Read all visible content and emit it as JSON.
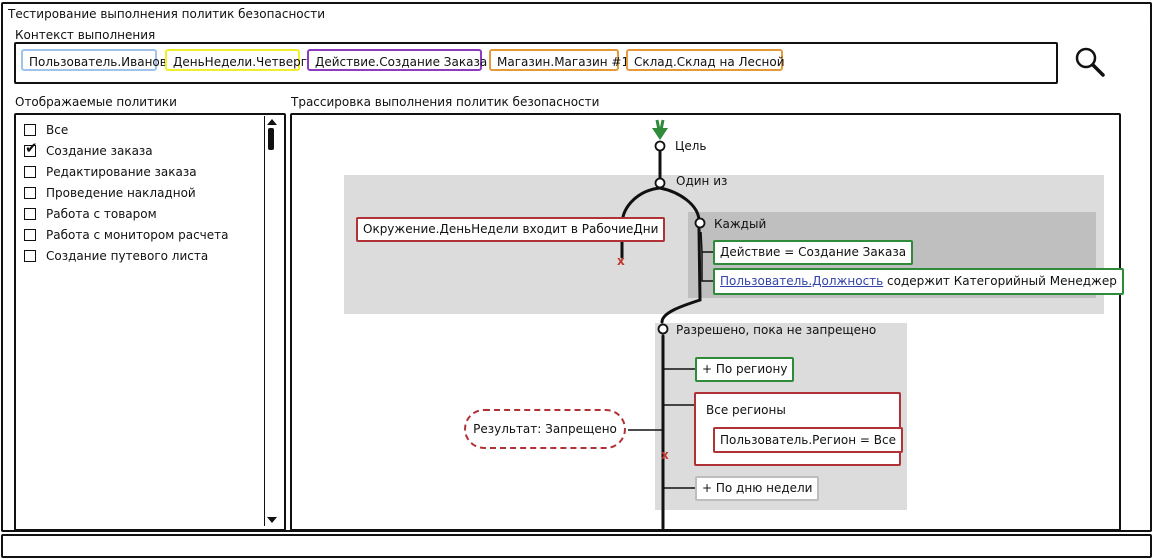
{
  "window": {
    "title": "Тестирование выполнения политик безопасности"
  },
  "context": {
    "label": "Контекст выполнения",
    "chips": [
      {
        "text": "Пользователь.Иванов",
        "color": "#9fc3ea"
      },
      {
        "text": "ДеньНедели.Четверг",
        "color": "#f2ef2a"
      },
      {
        "text": "Действие.Создание Заказа",
        "color": "#8e3bc4"
      },
      {
        "text": "Магазин.Магазин #1",
        "color": "#e49a3a"
      },
      {
        "text": "Склад.Склад на Лесной",
        "color": "#e49a3a"
      }
    ],
    "search_icon": "search-icon"
  },
  "policies": {
    "label": "Отображаемые политики",
    "items": [
      {
        "text": "Все",
        "checked": false
      },
      {
        "text": "Создание заказа",
        "checked": true
      },
      {
        "text": "Редактирование заказа",
        "checked": false
      },
      {
        "text": "Проведение накладной",
        "checked": false
      },
      {
        "text": "Работа с товаром",
        "checked": false
      },
      {
        "text": "Работа с монитором расчета",
        "checked": false
      },
      {
        "text": "Создание путевого листа",
        "checked": false
      }
    ]
  },
  "trace": {
    "label": "Трассировка выполнения политик безопасности",
    "goal": "Цель",
    "one_of": "Один из",
    "env_rule": "Окружение.ДеньНедели входит в РабочиеДни",
    "each": "Каждый",
    "action_rule": "Действие = Создание Заказа",
    "position_rule": {
      "link": "Пользователь.Должность",
      "middle": " содержит ",
      "value": "Категорийный Менеджер"
    },
    "permit_until_deny": "Разрешено, пока не запрещено",
    "by_region": "+ По региону",
    "all_regions": "Все регионы",
    "region_rule": "Пользователь.Регион = Все",
    "by_weekday": "+ По дню недели",
    "result": "Результат: Запрещено",
    "x_mark": "x"
  }
}
